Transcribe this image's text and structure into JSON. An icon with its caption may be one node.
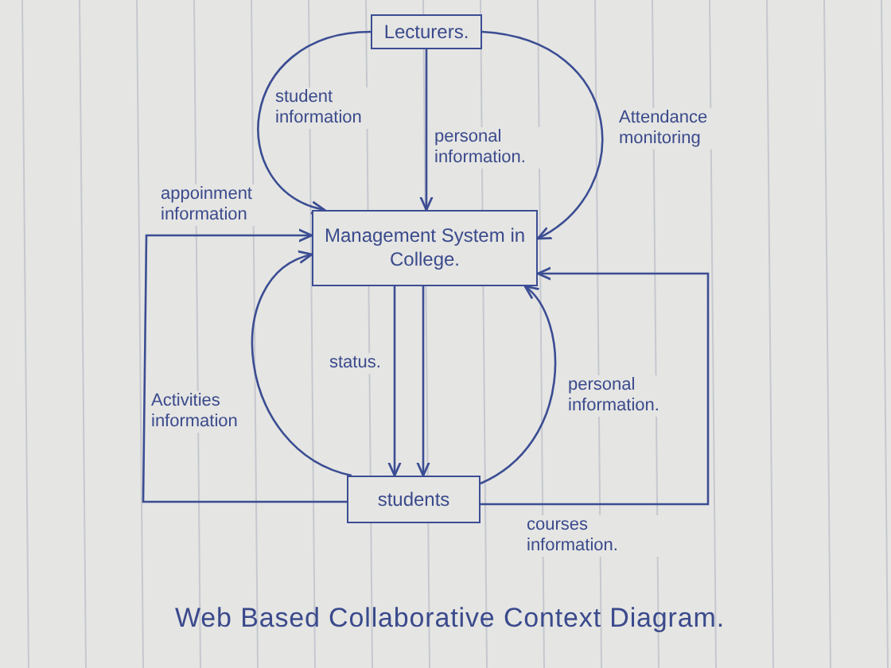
{
  "diagram": {
    "caption": "Web Based Collaborative Context Diagram.",
    "nodes": [
      {
        "text": [
          "Lecturers."
        ]
      },
      {
        "text": [
          "Management System in College."
        ]
      },
      {
        "text": [
          "students"
        ]
      }
    ],
    "edges": [
      {
        "from": 0,
        "to": 1,
        "arrow": "to",
        "label": "student information"
      },
      {
        "from": 0,
        "to": 1,
        "arrow": "to",
        "label": "personal information."
      },
      {
        "from": 0,
        "to": 1,
        "arrow": "to",
        "label": "Attendance monitoring"
      },
      {
        "from": 2,
        "to": 1,
        "arrow": "to",
        "label": "appoinment information"
      },
      {
        "from": 2,
        "to": 1,
        "arrow": "to",
        "label": "Activities information"
      },
      {
        "from": 1,
        "to": 2,
        "arrow": "to",
        "label": "status."
      },
      {
        "from": 1,
        "to": 2,
        "arrow": "to"
      },
      {
        "from": 2,
        "to": 1,
        "arrow": "to",
        "label": "personal information."
      },
      {
        "from": 2,
        "to": 1,
        "arrow": "to",
        "label": "courses information."
      }
    ]
  }
}
